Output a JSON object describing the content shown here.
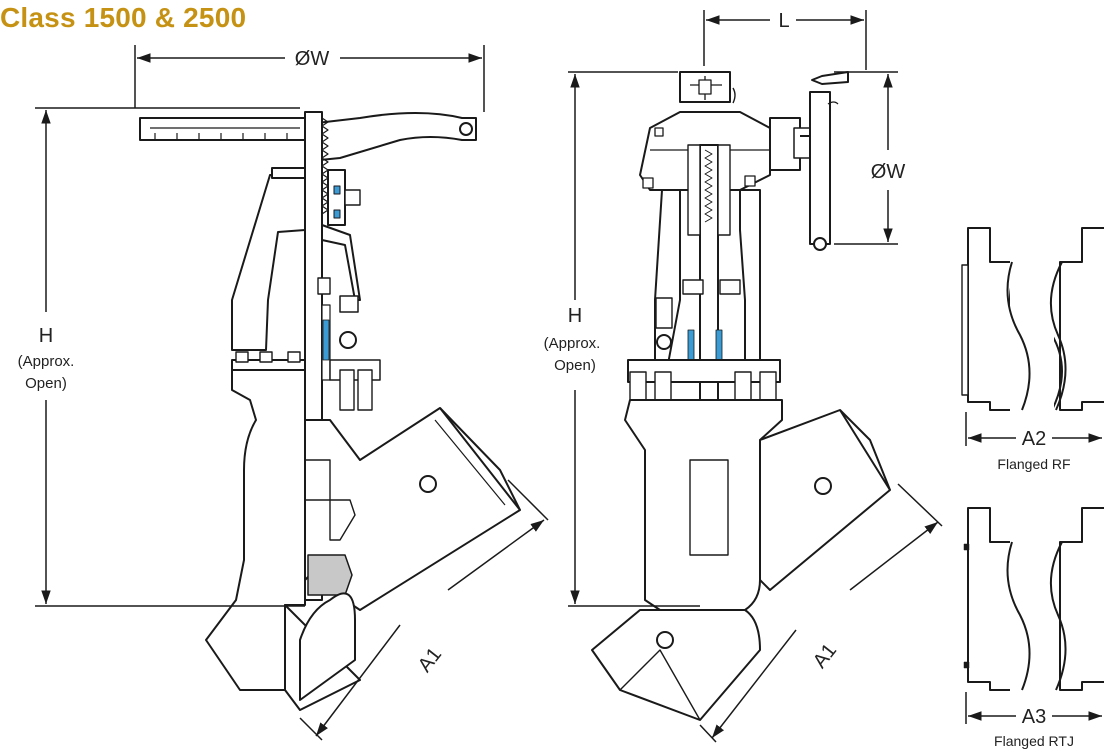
{
  "page": {
    "title": "Class 1500 & 2500",
    "title_color": "#C69214"
  },
  "side_view": {
    "dim_width": "ØW",
    "dim_height": "H",
    "dim_height_note_1": "(Approx.",
    "dim_height_note_2": "Open)",
    "dim_length": "A1"
  },
  "gear_view": {
    "dim_top": "L",
    "dim_width": "ØW",
    "dim_height": "H",
    "dim_height_note_1": "(Approx.",
    "dim_height_note_2": "Open)",
    "dim_length": "A1"
  },
  "end_details": {
    "rf_dim": "A2",
    "rf_label": "Flanged RF",
    "rtj_dim": "A3",
    "rtj_label": "Flanged RTJ"
  },
  "colors": {
    "line": "#1a1a1a",
    "fill": "#ffffff",
    "shade": "#c8c8c8",
    "accent_blue": "#3a9bd5"
  }
}
